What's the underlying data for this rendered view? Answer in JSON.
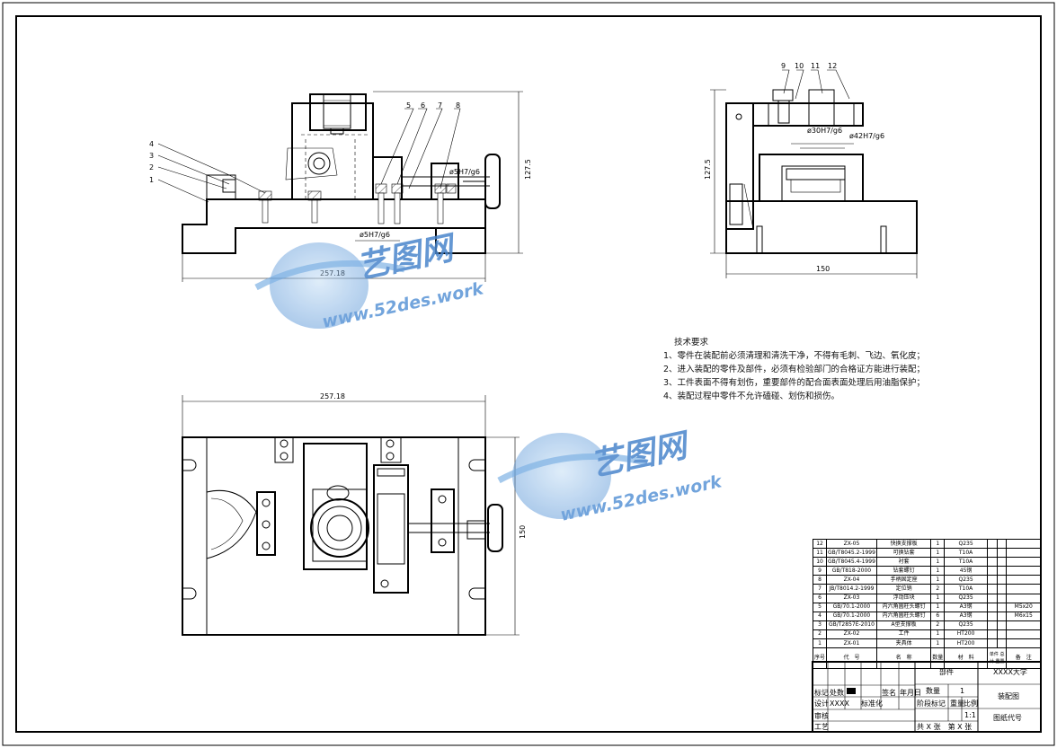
{
  "dimensions": {
    "front_height": "127.5",
    "front_width": "257.18",
    "fit_bottom": "ø5H7/g6",
    "fit_pin": "ø5H7/g6",
    "side_height": "127.5",
    "side_width": "150",
    "fit_side_1": "ø30H7/g6",
    "fit_side_2": "ø42H7/g6",
    "top_width": "257.18",
    "top_height": "150"
  },
  "balloons_front": [
    "4",
    "3",
    "2",
    "1",
    "5",
    "6",
    "7",
    "8"
  ],
  "balloons_side": [
    "9",
    "10",
    "11",
    "12"
  ],
  "tech_requirements": {
    "title": "技术要求",
    "items": [
      "1、零件在装配前必须清理和清洗干净，不得有毛刺、飞边、氧化皮；",
      "2、进入装配的零件及部件，必须有检验部门的合格证方能进行装配；",
      "3、工件表面不得有划伤，重要部件的配合面表面处理后用油脂保护；",
      "4、装配过程中零件不允许磕碰、划伤和损伤。"
    ]
  },
  "bom": {
    "rows": [
      {
        "no": "12",
        "code": "ZX-05",
        "name": "快换支撑板",
        "qty": "1",
        "material": "Q235",
        "note": ""
      },
      {
        "no": "11",
        "code": "GB/T8045.2-1999",
        "name": "可换钻套",
        "qty": "1",
        "material": "T10A",
        "note": ""
      },
      {
        "no": "10",
        "code": "GB/T8045.4-1999",
        "name": "衬套",
        "qty": "1",
        "material": "T10A",
        "note": ""
      },
      {
        "no": "9",
        "code": "GB/T818-2000",
        "name": "钻套螺钉",
        "qty": "1",
        "material": "45钢",
        "note": ""
      },
      {
        "no": "8",
        "code": "ZX-04",
        "name": "手柄固定座",
        "qty": "1",
        "material": "Q235",
        "note": ""
      },
      {
        "no": "7",
        "code": "JB/T8014.2-1999",
        "name": "定位销",
        "qty": "2",
        "material": "T10A",
        "note": ""
      },
      {
        "no": "6",
        "code": "ZX-03",
        "name": "浮动压块",
        "qty": "1",
        "material": "Q235",
        "note": ""
      },
      {
        "no": "5",
        "code": "GB/70.1-2000",
        "name": "内六角圆柱头螺钉",
        "qty": "1",
        "material": "A3钢",
        "note": "M5x20"
      },
      {
        "no": "4",
        "code": "GB/70.1-2000",
        "name": "内六角圆柱头螺钉",
        "qty": "6",
        "material": "A3钢",
        "note": "M6x15"
      },
      {
        "no": "3",
        "code": "GB/T2857E-2010",
        "name": "A型支撑板",
        "qty": "2",
        "material": "Q235",
        "note": ""
      },
      {
        "no": "2",
        "code": "ZX-02",
        "name": "工件",
        "qty": "1",
        "material": "HT200",
        "note": ""
      },
      {
        "no": "1",
        "code": "ZX-01",
        "name": "夹具体",
        "qty": "1",
        "material": "HT200",
        "note": ""
      }
    ],
    "header": {
      "no": "序号",
      "code": "代　号",
      "name": "名　称",
      "qty": "数量",
      "material": "材　料",
      "weight": "单件 总计 重量",
      "note": "备　注"
    }
  },
  "title_block": {
    "part_label": "部件",
    "school": "XXXX大学",
    "qty_label": "数量",
    "qty_value": "1",
    "drawing_name": "装配图",
    "stage_label": "阶段标记",
    "weight_label": "重量",
    "scale_label": "比例",
    "scale_value": "1:1",
    "drawing_no_label": "图纸代号",
    "sheet_label": "共 X 张　第 X 张",
    "design_label": "设计",
    "design_value": "XXXX",
    "review_label": "审核",
    "process_label": "工艺",
    "mark_label": "标记",
    "count_label": "处数",
    "sign_label": "签名",
    "date_label": "年月日",
    "std_label": "标准化"
  },
  "watermark": {
    "brand": "艺图网",
    "url": "www.52des.work"
  }
}
